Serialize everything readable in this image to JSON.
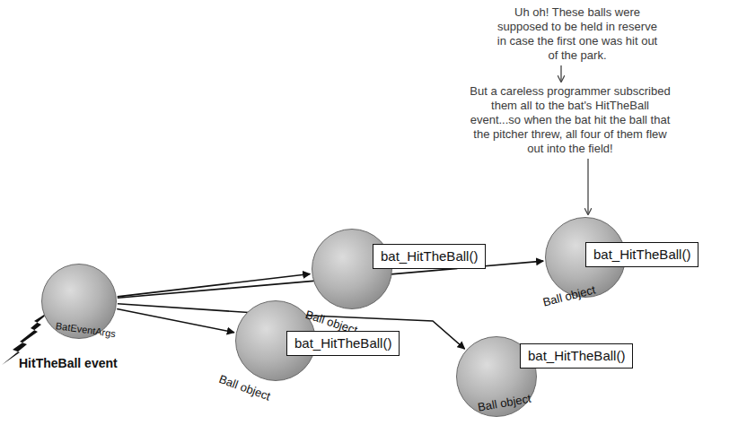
{
  "diagram": {
    "nodes": [
      {
        "text": [
          "BatEventArgs",
          "HitTheBall event"
        ]
      },
      {
        "text": [
          "bat_HitTheBall()",
          "Ball object"
        ]
      },
      {
        "text": [
          "bat_HitTheBall()",
          "Ball object"
        ]
      },
      {
        "text": [
          "bat_HitTheBall()",
          "Ball object"
        ]
      },
      {
        "text": [
          "bat_HitTheBall()",
          "Ball object"
        ]
      }
    ],
    "edges": [
      {
        "from": 0,
        "to": 1,
        "arrow": "to"
      },
      {
        "from": 0,
        "to": 2,
        "arrow": "to"
      },
      {
        "from": 0,
        "to": 3,
        "arrow": "to"
      },
      {
        "from": 0,
        "to": 4,
        "arrow": "to"
      }
    ],
    "labels": [
      "Uh oh! These balls were supposed to be held in reserve in case the first one was hit out of the park.",
      "But a careless programmer subscribed them all to the bat's HitTheBall event...so when the bat hit the ball that the pitcher threw, all four of them flew out into the field!"
    ]
  }
}
